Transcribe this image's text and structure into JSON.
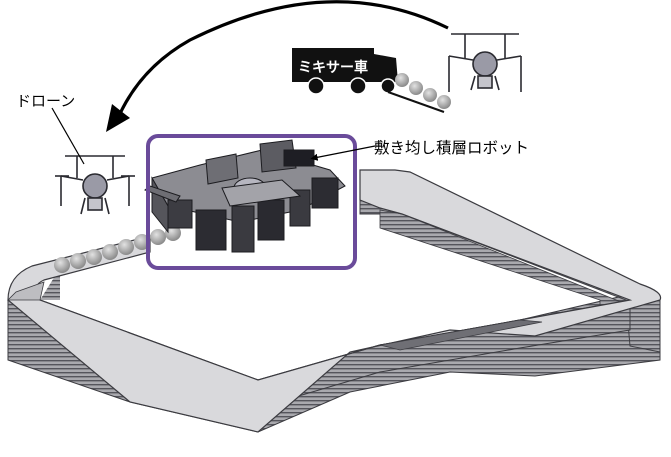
{
  "labels": {
    "drone": "ドローン",
    "robot": "敷き均し積層ロボット",
    "mixer_truck": "ミキサー車"
  },
  "colors": {
    "highlight_box": "#6a4b9a",
    "wall_side": "#8e8e94",
    "wall_top": "#d6d6d9",
    "arrow": "#000000",
    "truck": "#111111"
  },
  "icons": [
    "drone-icon",
    "mixer-truck-icon",
    "robot-icon",
    "concrete-ball-icon",
    "curved-arrow-icon"
  ]
}
